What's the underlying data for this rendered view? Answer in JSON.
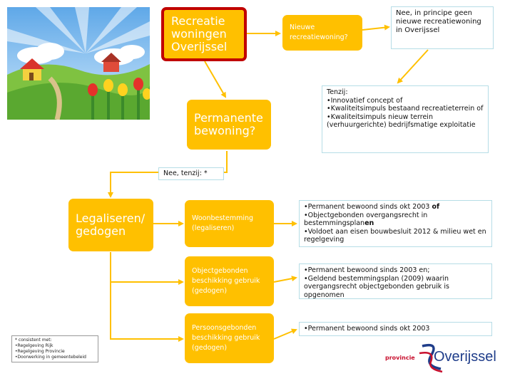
{
  "nodes": {
    "start": "Recreatie woningen Overijssel",
    "new_q": "Nieuwe recreatiewoning?",
    "new_answer": "Nee, in principe geen nieuwe recreatiewoning in Overijssel",
    "exception_title": "Tenzij:",
    "exception_items": [
      "•Innovatief concept of",
      "•Kwaliteitsimpuls bestaand recreatieterrein of",
      "•Kwaliteitsimpuls nieuw terrein (verhuurgerichte) bedrijfsmatige exploitatie"
    ],
    "perm_q": "Permanente bewoning?",
    "perm_answer": "Nee, tenzij: *",
    "legal": "Legaliseren/ gedogen",
    "opt1": "Woonbestemming (legaliseren)",
    "opt2": "Objectgebonden beschikking gebruik (gedogen)",
    "opt3": "Persoonsgebonden beschikking gebruik (gedogen)",
    "opt1_items": {
      "a_text": "•Permanent bewoond sinds okt 2003 ",
      "a_bold": "of",
      "b_text": "•Objectgebonden overgangsrecht in bestemmingsplan",
      "b_bold": "en",
      "c_text": "•Voldoet aan eisen bouwbesluit 2012 & milieu wet en regelgeving"
    },
    "opt2_items": [
      "•Permanent bewoond sinds 2003 en;",
      "•Geldend bestemmingsplan (2009) waarin overgangsrecht objectgebonden gebruik is opgenomen"
    ],
    "opt3_items": [
      "•Permanent bewoond sinds okt 2003"
    ]
  },
  "legend": {
    "title": "* consistent met:",
    "items": [
      "•Regelgeving Rijk",
      "•Regelgeving Provincie",
      "•Doorwerking in gemeentebeleid"
    ]
  },
  "logo": {
    "small": "provincie",
    "name": "Overijssel"
  },
  "colors": {
    "box_fill": "#ffc000",
    "start_border": "#c00000",
    "arrow": "#ffc000",
    "textbox_border": "#b6dde6",
    "logo_blue": "#1f3d8a",
    "logo_red": "#c8102e"
  }
}
